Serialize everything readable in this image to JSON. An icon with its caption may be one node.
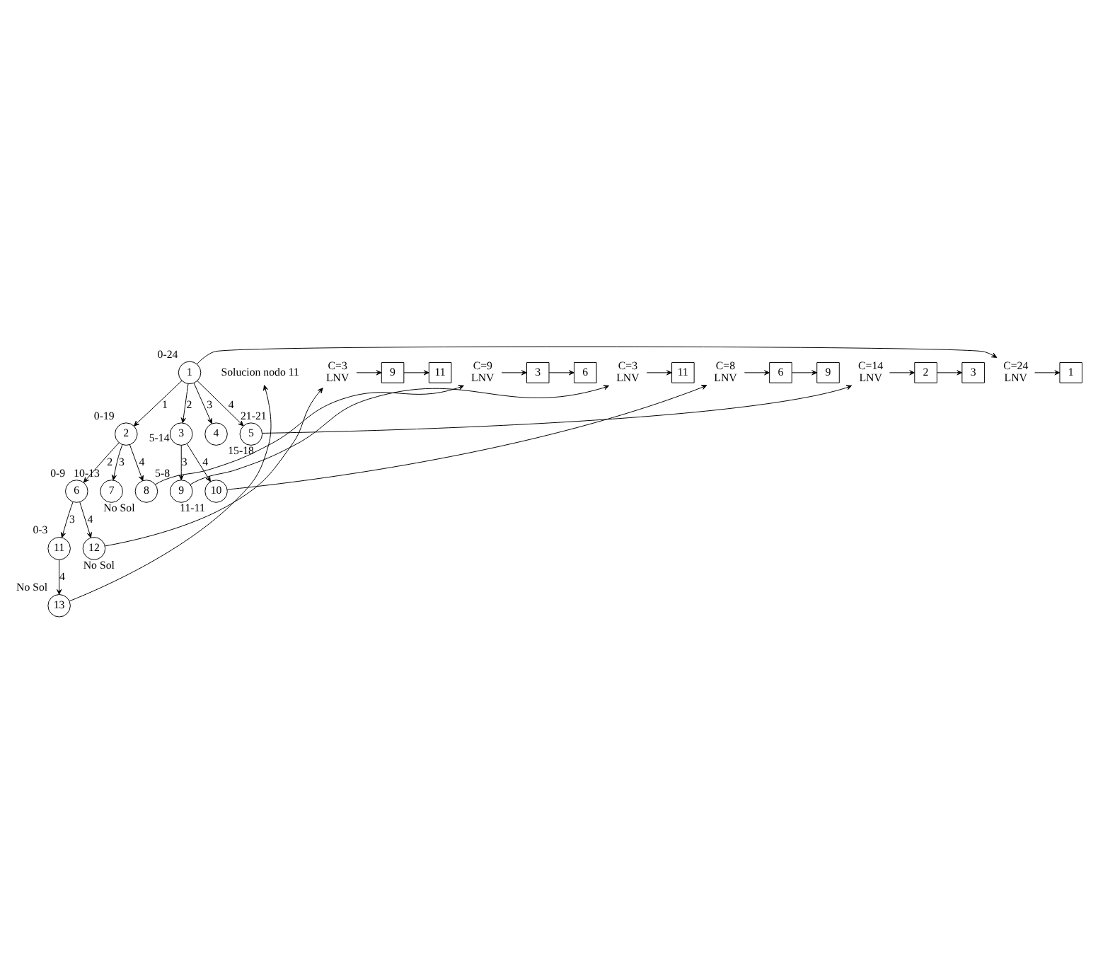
{
  "diagram": {
    "nodes": [
      {
        "text": [
          "1"
        ],
        "beside": [
          "0-24"
        ]
      },
      {
        "text": [
          "2"
        ],
        "beside": [
          "0-19"
        ]
      },
      {
        "text": [
          "3"
        ],
        "beside": [
          "5-14"
        ]
      },
      {
        "text": [
          "4"
        ],
        "beside": [
          "15-18"
        ]
      },
      {
        "text": [
          "5"
        ],
        "beside": [
          "21-21"
        ]
      },
      {
        "text": [
          "6"
        ],
        "beside": [
          "0-9"
        ]
      },
      {
        "text": [
          "7"
        ],
        "beside": [
          "10-13"
        ]
      },
      {
        "text": [
          "8"
        ],
        "beside": [
          "No Sol"
        ]
      },
      {
        "text": [
          "9"
        ],
        "beside": [
          "5-8"
        ]
      },
      {
        "text": [
          "10"
        ],
        "beside": [
          "11-11"
        ]
      },
      {
        "text": [
          "11"
        ],
        "beside": [
          "0-3"
        ]
      },
      {
        "text": [
          "12"
        ],
        "beside": [
          "No Sol"
        ]
      },
      {
        "text": [
          "13"
        ],
        "beside": [
          "No Sol"
        ]
      },
      {
        "text": [
          "C=24",
          "LNV"
        ]
      },
      {
        "text": [
          "1"
        ]
      },
      {
        "text": [
          "C=14",
          "LNV"
        ]
      },
      {
        "text": [
          "2"
        ]
      },
      {
        "text": [
          "3"
        ]
      },
      {
        "text": [
          "C=9",
          "LNV"
        ]
      },
      {
        "text": [
          "3"
        ]
      },
      {
        "text": [
          "6"
        ]
      },
      {
        "text": [
          "C=8",
          "LNV"
        ]
      },
      {
        "text": [
          "6"
        ]
      },
      {
        "text": [
          "9"
        ]
      },
      {
        "text": [
          "C=3",
          "LNV"
        ]
      },
      {
        "text": [
          "9"
        ]
      },
      {
        "text": [
          "11"
        ]
      },
      {
        "text": [
          "C=3",
          "LNV"
        ]
      },
      {
        "text": [
          "11"
        ]
      },
      {
        "text": [
          "Solucion nodo 11"
        ]
      }
    ],
    "edges": [
      {
        "from": 0,
        "to": 1,
        "arrow": "to",
        "label": "1"
      },
      {
        "from": 0,
        "to": 2,
        "arrow": "to",
        "label": "2"
      },
      {
        "from": 0,
        "to": 3,
        "arrow": "to",
        "label": "3"
      },
      {
        "from": 0,
        "to": 4,
        "arrow": "to",
        "label": "4"
      },
      {
        "from": 1,
        "to": 5,
        "arrow": "to",
        "label": "2"
      },
      {
        "from": 1,
        "to": 6,
        "arrow": "to",
        "label": "3"
      },
      {
        "from": 1,
        "to": 7,
        "arrow": "to",
        "label": "4"
      },
      {
        "from": 2,
        "to": 8,
        "arrow": "to",
        "label": "3"
      },
      {
        "from": 2,
        "to": 9,
        "arrow": "to",
        "label": "4"
      },
      {
        "from": 5,
        "to": 10,
        "arrow": "to",
        "label": "3"
      },
      {
        "from": 5,
        "to": 11,
        "arrow": "to",
        "label": "4"
      },
      {
        "from": 10,
        "to": 12,
        "arrow": "to",
        "label": "4"
      },
      {
        "from": 0,
        "to": 13,
        "arrow": "to"
      },
      {
        "from": 4,
        "to": 15,
        "arrow": "to"
      },
      {
        "from": 7,
        "to": 18,
        "arrow": "to"
      },
      {
        "from": 9,
        "to": 21,
        "arrow": "to"
      },
      {
        "from": 11,
        "to": 24,
        "arrow": "to"
      },
      {
        "from": 8,
        "to": 27,
        "arrow": "to"
      },
      {
        "from": 12,
        "to": 29,
        "arrow": "to"
      },
      {
        "from": 13,
        "to": 14,
        "arrow": "to"
      },
      {
        "from": 15,
        "to": 16,
        "arrow": "to"
      },
      {
        "from": 16,
        "to": 17,
        "arrow": "to"
      },
      {
        "from": 18,
        "to": 19,
        "arrow": "to"
      },
      {
        "from": 19,
        "to": 20,
        "arrow": "to"
      },
      {
        "from": 21,
        "to": 22,
        "arrow": "to"
      },
      {
        "from": 22,
        "to": 23,
        "arrow": "to"
      },
      {
        "from": 24,
        "to": 25,
        "arrow": "to"
      },
      {
        "from": 25,
        "to": 26,
        "arrow": "to"
      },
      {
        "from": 27,
        "to": 28,
        "arrow": "to"
      }
    ]
  }
}
